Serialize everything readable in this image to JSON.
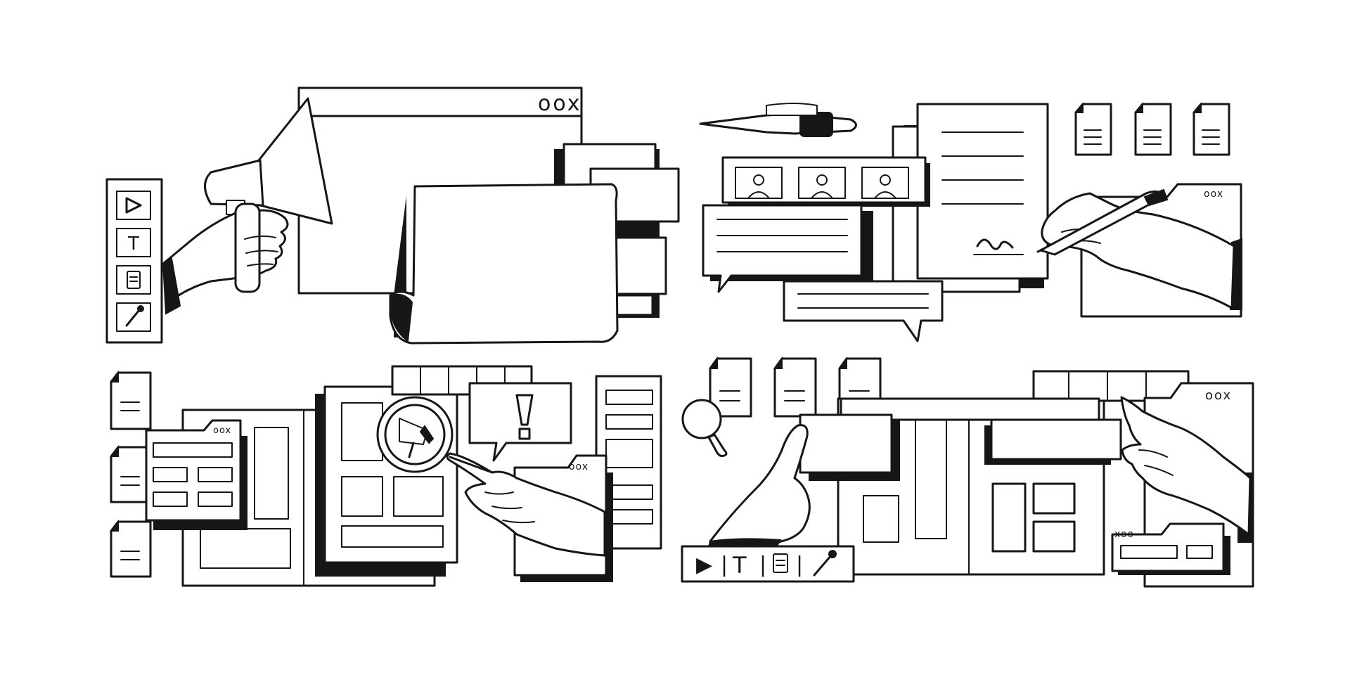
{
  "window_controls": "oox",
  "window_controls_alt": "xoo",
  "toolbar_glyphs": {
    "play": "▷",
    "play_filled": "▶",
    "text": "T",
    "divider": "|"
  },
  "icons": [
    "megaphone-icon",
    "play-icon",
    "text-icon",
    "note-icon",
    "eyedropper-icon",
    "pen-icon",
    "person-icon",
    "document-icon",
    "signature-icon",
    "speech-bubble-icon",
    "exclamation-icon",
    "magnifier-icon",
    "pointing-hand",
    "holding-hand"
  ],
  "colors": {
    "ink": "#161616",
    "paper": "#ffffff"
  }
}
